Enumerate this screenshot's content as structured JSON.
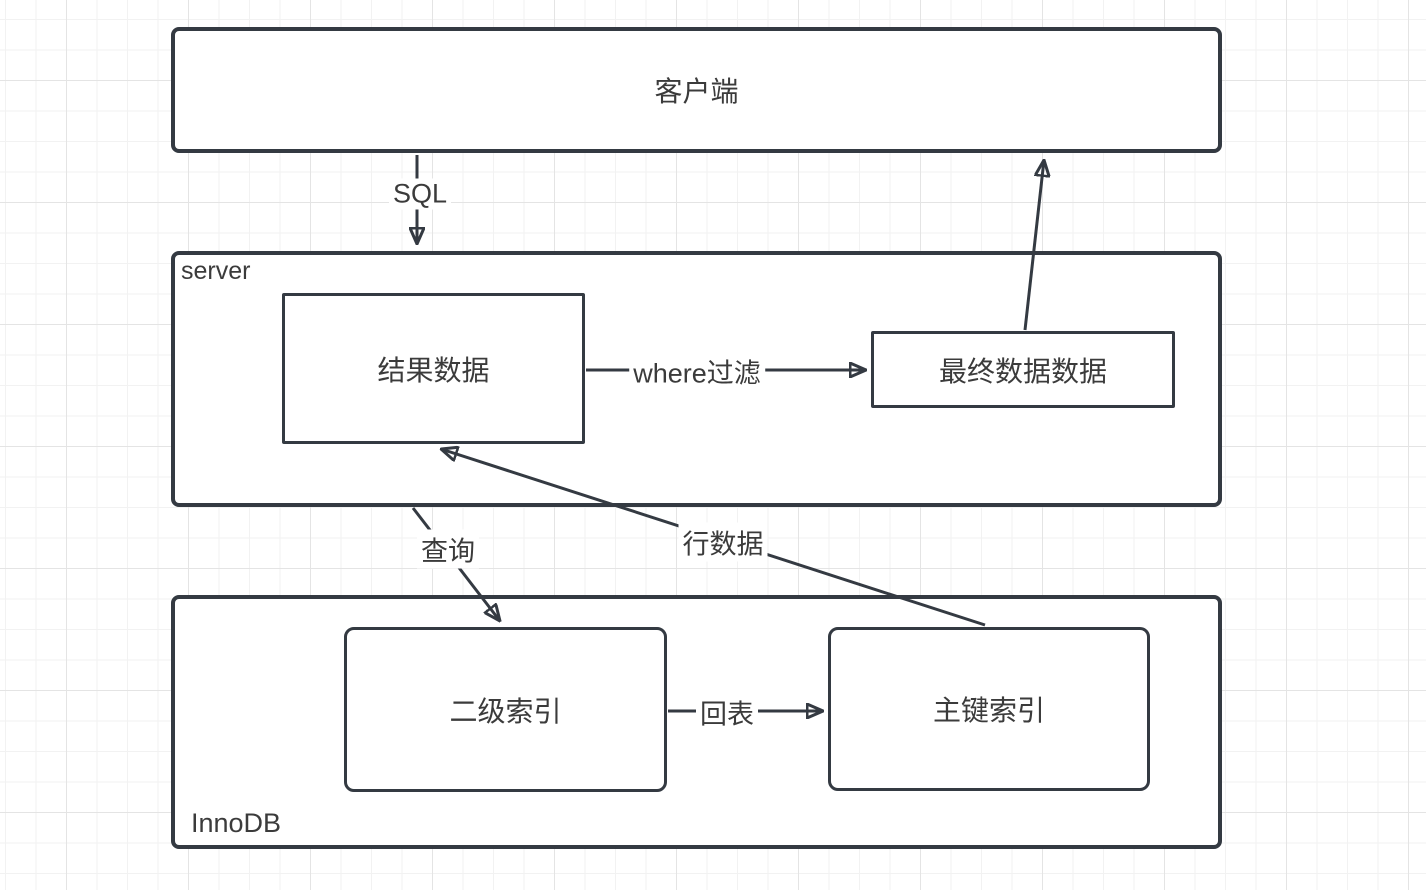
{
  "diagram": {
    "nodes": {
      "client": {
        "label": "客户端"
      },
      "server": {
        "label": "server"
      },
      "result_data": {
        "label": "结果数据"
      },
      "final_data": {
        "label": "最终数据数据"
      },
      "innodb": {
        "label": "InnoDB"
      },
      "secondary_index": {
        "label": "二级索引"
      },
      "primary_index": {
        "label": "主键索引"
      }
    },
    "edges": {
      "sql": {
        "label": "SQL"
      },
      "where_filter": {
        "label": "where过滤"
      },
      "query": {
        "label": "查询"
      },
      "row_data": {
        "label": "行数据"
      },
      "back_to_table": {
        "label": "回表"
      }
    },
    "colors": {
      "stroke": "#343a42",
      "text": "#3b3b3b",
      "background": "#ffffff",
      "grid_minor": "#f2f2f2",
      "grid_major": "#e4e4e4"
    }
  }
}
